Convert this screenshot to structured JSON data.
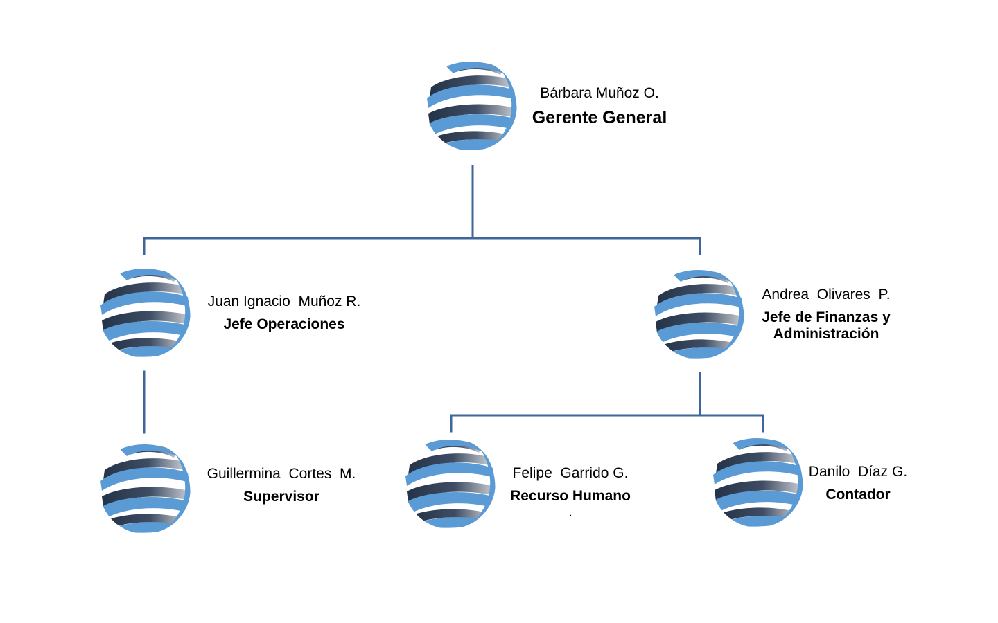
{
  "nodes": [
    {
      "id": "gerente",
      "name": "Bárbara Muñoz O.",
      "role": "Gerente General"
    },
    {
      "id": "jefe-operaciones",
      "name": "Juan Ignacio  Muñoz R.",
      "role": "Jefe Operaciones"
    },
    {
      "id": "jefe-finanzas",
      "name": "Andrea  Olivares  P.",
      "role": "Jefe de Finanzas y Administración"
    },
    {
      "id": "supervisor",
      "name": "Guillermina  Cortes  M.",
      "role": "Supervisor"
    },
    {
      "id": "recurso-humano",
      "name": "Felipe  Garrido G.",
      "role": "Recurso Humano",
      "extra": "."
    },
    {
      "id": "contador",
      "name": "Danilo  Díaz G.",
      "role": "Contador"
    }
  ],
  "colors": {
    "connector": "#3f6699",
    "globe_blue": "#5b9bd5",
    "globe_dark": "#2b3a4d"
  },
  "icon": "globe-logo-icon"
}
